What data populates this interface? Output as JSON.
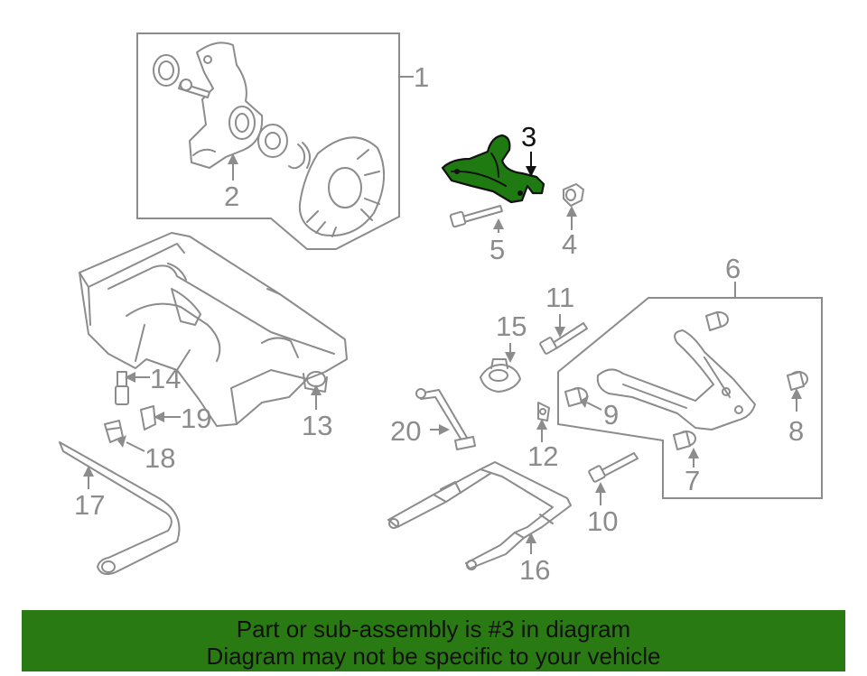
{
  "diagram": {
    "highlighted_callout": "3",
    "accent_color": "#2a7a14",
    "callouts": [
      "1",
      "2",
      "3",
      "4",
      "5",
      "6",
      "7",
      "8",
      "9",
      "10",
      "11",
      "12",
      "13",
      "14",
      "15",
      "16",
      "17",
      "18",
      "19",
      "20"
    ]
  },
  "banner": {
    "line1": "Part or sub-assembly is #3 in diagram",
    "line2": "Diagram may not be specific to your vehicle"
  }
}
